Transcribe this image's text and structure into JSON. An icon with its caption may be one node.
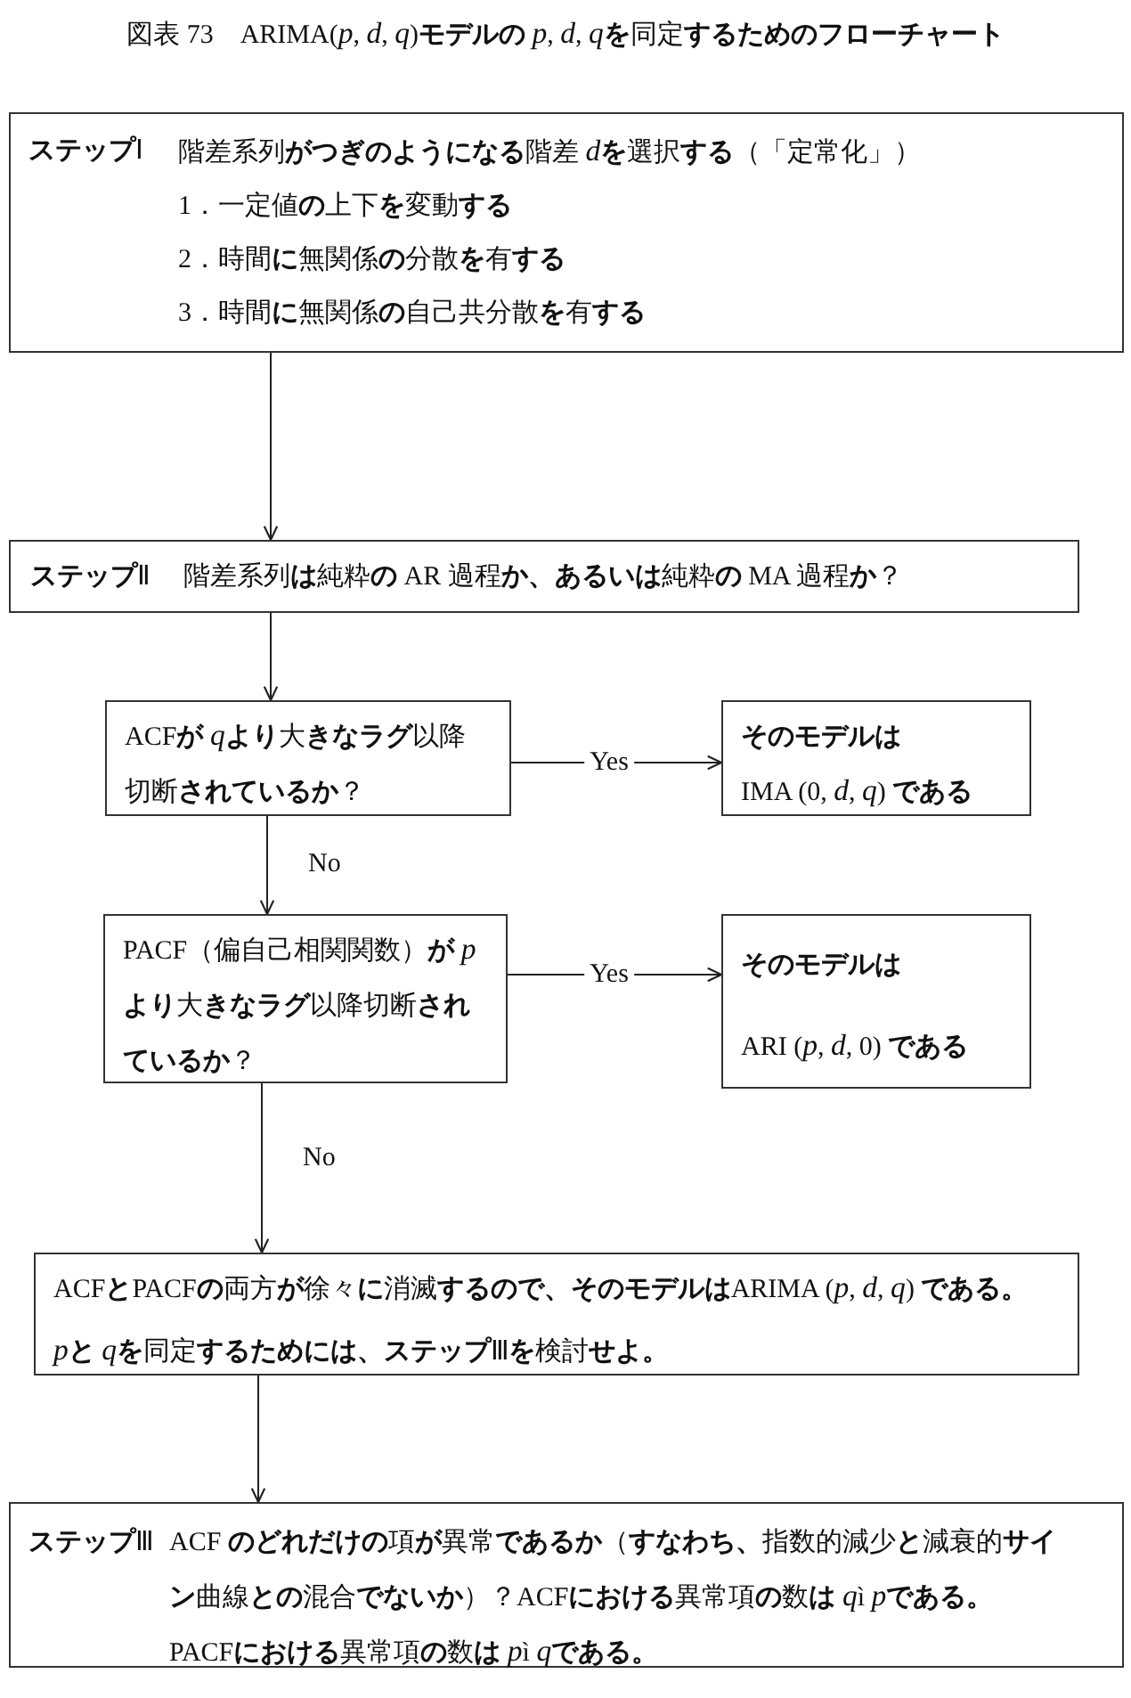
{
  "diagram": {
    "title": "図表 73　ARIMA(p, d, q)モデルの p, d, qを同定するためのフローチャート",
    "nodes": [
      {
        "text": [
          "ステップⅠ",
          "階差系列がつぎのようになる階差 dを選択する（「定常化」）",
          "1．一定値の上下を変動する",
          "2．時間に無関係の分散を有する",
          "3．時間に無関係の自己共分散を有する"
        ]
      },
      {
        "text": [
          "ステップⅡ",
          "階差系列は純粋の AR 過程か、あるいは純粋の MA 過程か？"
        ]
      },
      {
        "text": [
          "ACFが qより大きなラグ以降切断されているか？"
        ]
      },
      {
        "text": [
          "そのモデルは",
          "IMA (0, d, q) である"
        ]
      },
      {
        "text": [
          "PACF（偏自己相関関数）が pより大きなラグ以降切断されているか？"
        ]
      },
      {
        "text": [
          "そのモデルは",
          "ARI (p, d, 0) である"
        ]
      },
      {
        "text": [
          "ACFとPACFの両方が徐々に消滅するので、そのモデルはARIMA (p, d, q) である。",
          "pと qを同定するためには、ステップⅢを検討せよ。"
        ]
      },
      {
        "text": [
          "ステップⅢ",
          "ACF のどれだけの項が異常であるか（すなわち、指数的減少と減衰的サイン曲線との混合でないか）？ACFにおける異常項の数は qì pである。",
          "PACFにおける異常項の数は pì qである。"
        ]
      }
    ],
    "edges": [
      {
        "from": 0,
        "to": 1,
        "arrow": "to"
      },
      {
        "from": 1,
        "to": 2,
        "arrow": "to"
      },
      {
        "from": 2,
        "to": 3,
        "arrow": "to",
        "label": "Yes"
      },
      {
        "from": 2,
        "to": 4,
        "arrow": "to",
        "label": "No"
      },
      {
        "from": 4,
        "to": 5,
        "arrow": "to",
        "label": "Yes"
      },
      {
        "from": 4,
        "to": 6,
        "arrow": "to",
        "label": "No"
      },
      {
        "from": 6,
        "to": 7,
        "arrow": "to"
      }
    ]
  }
}
